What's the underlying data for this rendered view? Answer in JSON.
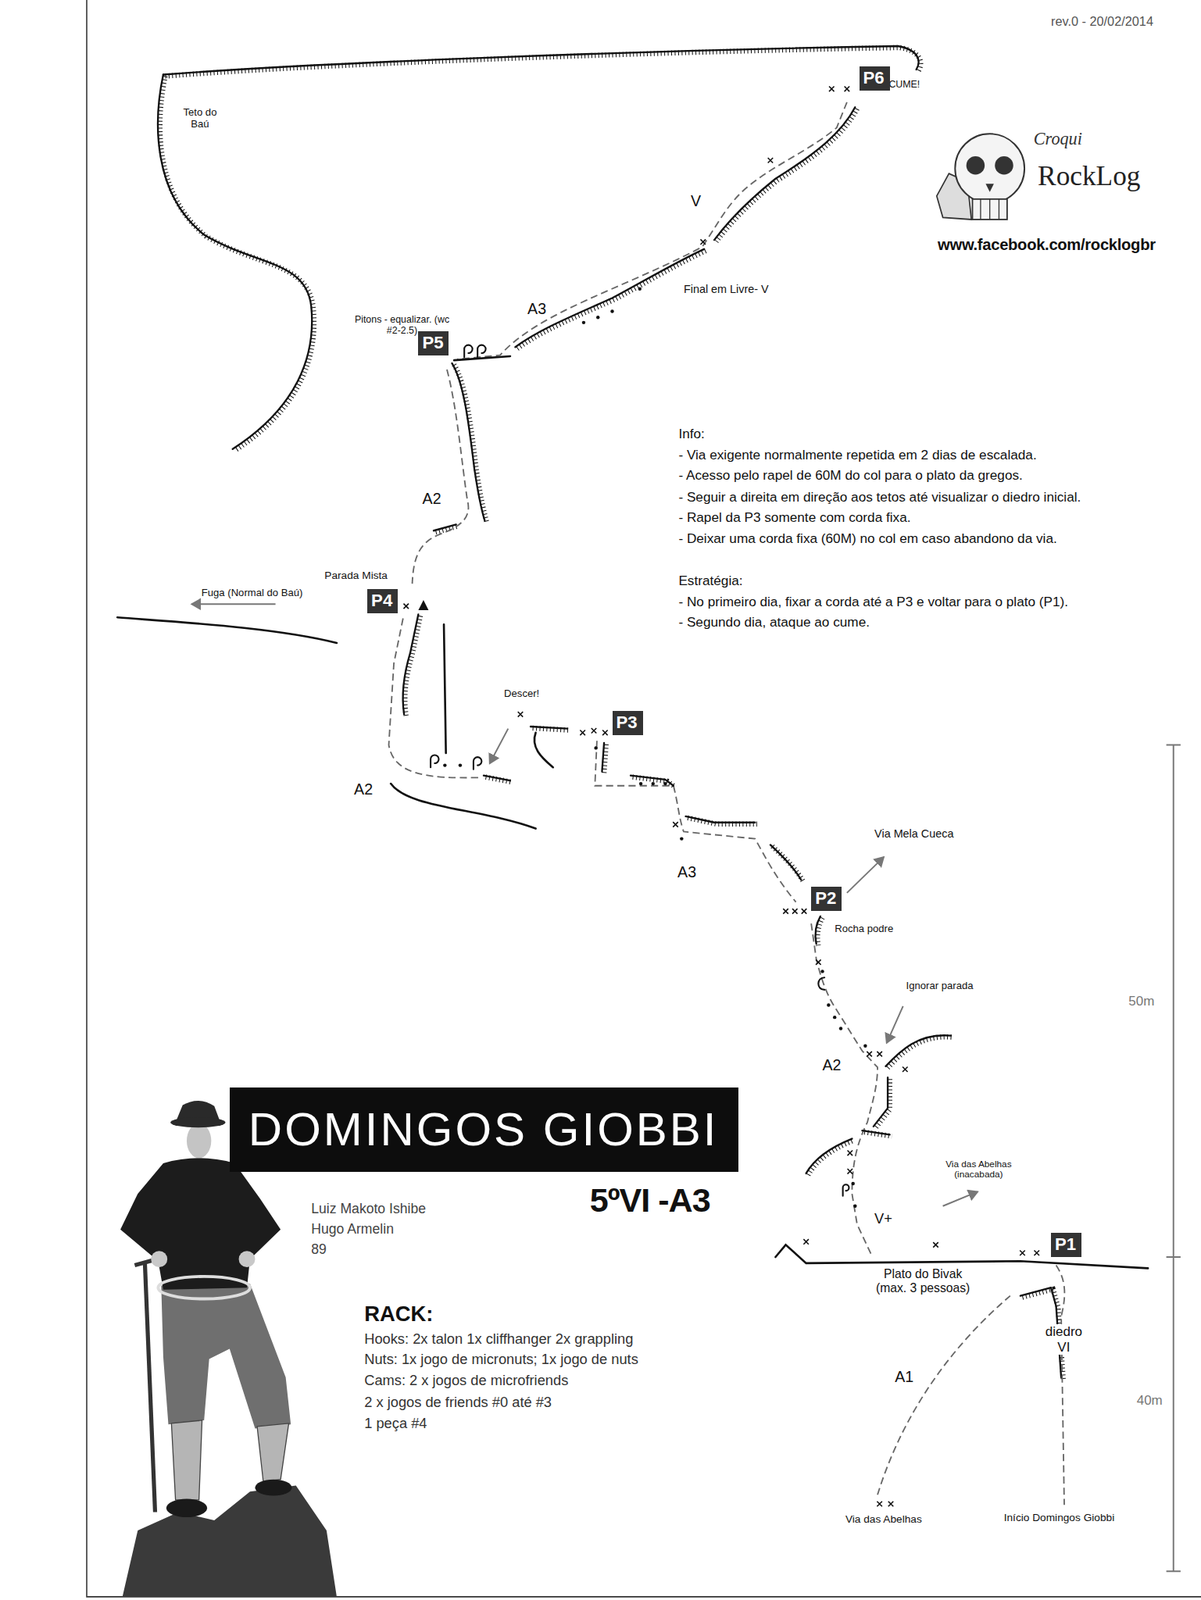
{
  "diagram": {
    "nodes": [
      {
        "text": [
          "P6"
        ]
      },
      {
        "text": [
          "P5"
        ]
      },
      {
        "text": [
          "P4"
        ]
      },
      {
        "text": [
          "P3"
        ]
      },
      {
        "text": [
          "P2"
        ]
      },
      {
        "text": [
          "DOMINGOS GIOBBI"
        ]
      },
      {
        "text": [
          "P1"
        ]
      }
    ],
    "labels": [
      "rev.0 - 20/02/2014",
      "CUME!",
      "Croqui",
      "RockLog",
      "www.facebook.com/rocklogbr",
      "Teto do Baú",
      "V",
      "Final em Livre- V",
      "A3",
      "Pitons - equalizar. (wc #2-2.5)",
      "Info:",
      "- Via exigente normalmente repetida em 2 dias de escalada.",
      "- Acesso pelo rapel de 60M do col para o plato da gregos.",
      "- Seguir a direita em direção aos tetos até visualizar o diedro inicial.",
      "- Rapel da P3 somente com corda fixa.",
      "- Deixar uma corda fixa (60M) no col em caso abandono da via.",
      "Estratégia:",
      "- No primeiro dia, fixar a corda até a P3 e voltar para o plato (P1).",
      "- Segundo dia, ataque ao cume.",
      "A2",
      "Fuga (Normal do Baú)",
      "Parada Mista",
      "Descer!",
      "A2",
      "A3",
      "Via Mela Cueca",
      "Rocha podre",
      "Ignorar parada",
      "50m",
      "A2",
      "5ºVI -A3",
      "Luiz Makoto Ishibe",
      "Hugo Armelin",
      "89",
      "Via das Abelhas (inacabada)",
      "V+",
      "Plato do Bivak (max. 3 pessoas)",
      "diedro VI",
      "A1",
      "40m",
      "RACK:",
      "Hooks: 2x talon 1x cliffhanger 2x grappling",
      "Nuts: 1x jogo de micronuts; 1x jogo de nuts",
      "Cams: 2 x jogos de microfriends",
      "2 x jogos de friends #0 até #3",
      "1 peça #4",
      "Via das Abelhas",
      "Início Domingos Giobbi"
    ]
  }
}
